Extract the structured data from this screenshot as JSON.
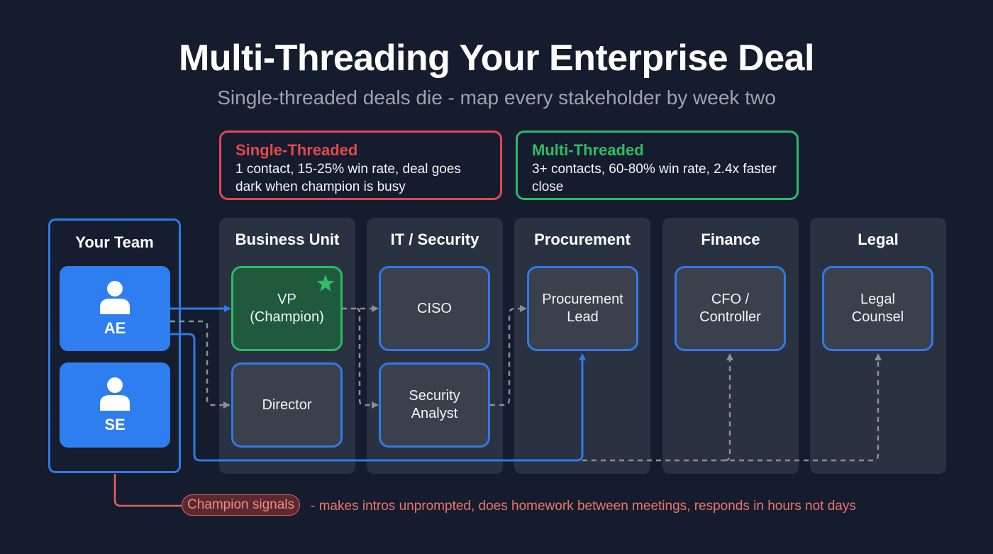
{
  "header": {
    "title": "Multi-Threading Your Enterprise Deal",
    "subtitle": "Single-threaded deals die - map every stakeholder by week two"
  },
  "callouts": [
    {
      "heading": "Single-Threaded",
      "body": "1 contact, 15-25% win rate, deal goes dark when champion is busy",
      "color": "#e5484f"
    },
    {
      "heading": "Multi-Threaded",
      "body": "3+ contacts, 60-80% win rate, 2.4x faster close",
      "color": "#2fbd68"
    }
  ],
  "team": {
    "heading": "Your Team",
    "members": [
      {
        "label": "AE",
        "icon": "person-icon"
      },
      {
        "label": "SE",
        "icon": "person-icon"
      }
    ]
  },
  "columns": [
    {
      "heading": "Business Unit",
      "nodes": [
        {
          "label": "VP\n(Champion)",
          "champion": true,
          "badge": "star-icon"
        },
        {
          "label": "Director"
        }
      ]
    },
    {
      "heading": "IT / Security",
      "nodes": [
        {
          "label": "CISO"
        },
        {
          "label": "Security\nAnalyst"
        }
      ]
    },
    {
      "heading": "Procurement",
      "nodes": [
        {
          "label": "Procurement\nLead"
        }
      ]
    },
    {
      "heading": "Finance",
      "nodes": [
        {
          "label": "CFO /\nController"
        }
      ]
    },
    {
      "heading": "Legal",
      "nodes": [
        {
          "label": "Legal\nCounsel"
        }
      ]
    }
  ],
  "connections": [
    {
      "from": "AE",
      "to": "VP (Champion)",
      "style": "solid"
    },
    {
      "from": "AE",
      "to": "Director",
      "style": "dashed"
    },
    {
      "from": "AE",
      "to": "Procurement Lead",
      "style": "solid"
    },
    {
      "from": "VP (Champion)",
      "to": "CISO",
      "style": "dashed"
    },
    {
      "from": "VP (Champion)",
      "to": "Security Analyst",
      "style": "dashed"
    },
    {
      "from": "Security Analyst",
      "to": "Procurement Lead",
      "style": "dashed"
    },
    {
      "from": "Procurement Lead",
      "to": "CFO / Controller",
      "style": "dashed"
    },
    {
      "from": "Procurement Lead",
      "to": "Legal Counsel",
      "style": "dashed"
    }
  ],
  "footer": {
    "badge": "Champion signals",
    "text": "- makes intros unprompted, does homework between meetings, responds in hours not days"
  },
  "colors": {
    "background": "#151c2d",
    "blue": "#2f7ae5",
    "green": "#2fb865",
    "red": "#e0484f",
    "gray_dashed": "#8a8f98"
  }
}
